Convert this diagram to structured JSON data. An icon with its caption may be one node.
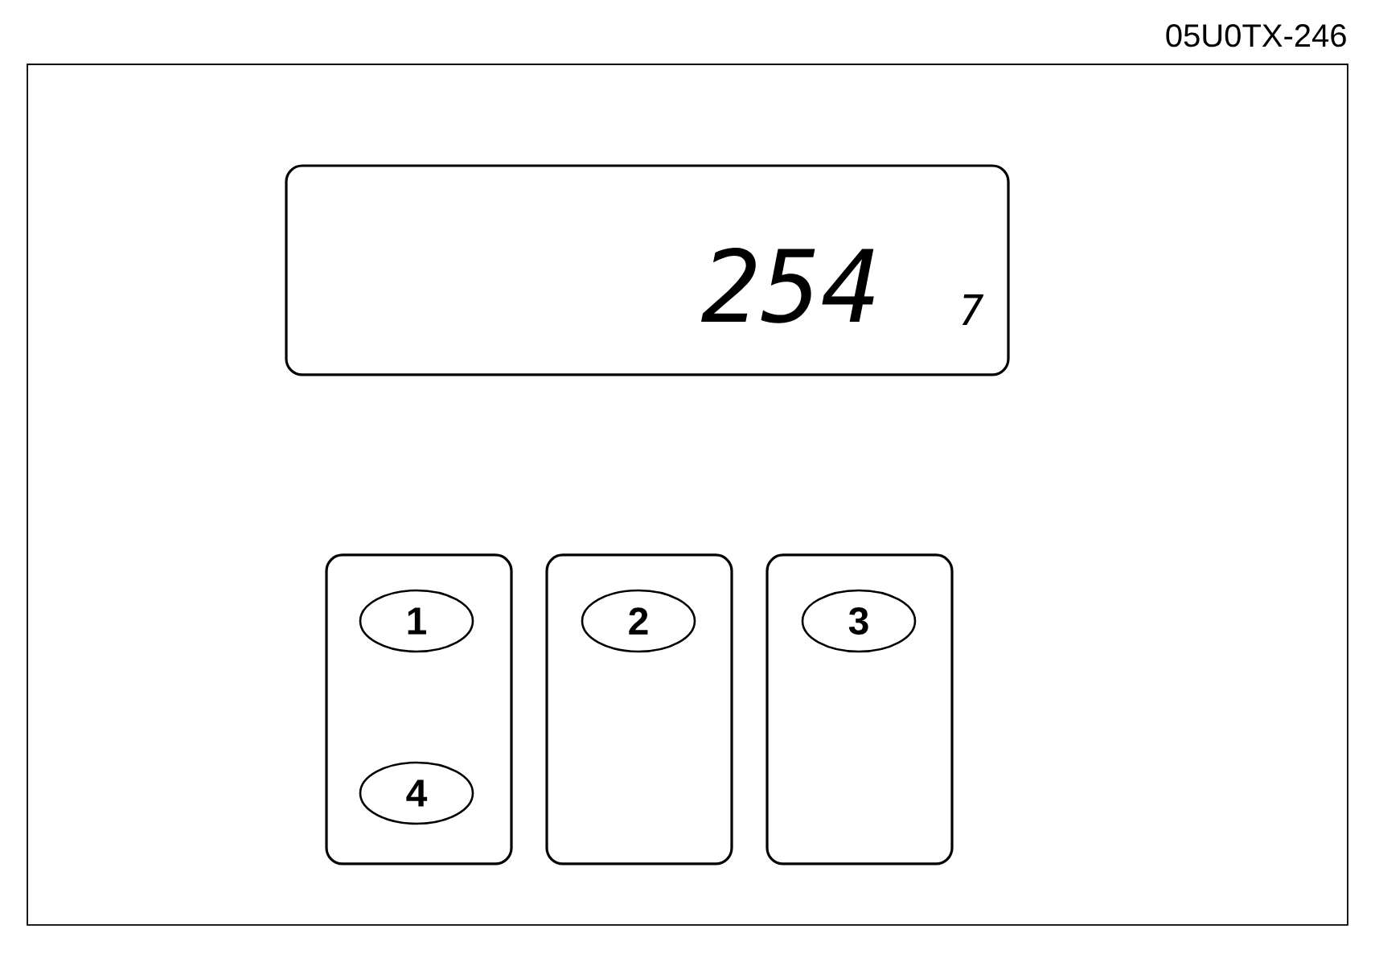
{
  "diagram": {
    "nodes": [
      {
        "text": [],
        "shape": "box"
      },
      {
        "text": [
          "254",
          "7"
        ],
        "in": 0
      },
      {
        "text": [],
        "shape": "box",
        "in": 0
      },
      {
        "text": [
          "1"
        ],
        "in": 2
      },
      {
        "text": [
          "4"
        ],
        "in": 2
      },
      {
        "text": [],
        "shape": "box",
        "in": 0
      },
      {
        "text": [
          "2"
        ],
        "in": 5
      },
      {
        "text": [],
        "shape": "box",
        "in": 0
      },
      {
        "text": [
          "3"
        ],
        "in": 7
      }
    ],
    "edges": [],
    "labels": [
      "05U0TX-246"
    ]
  }
}
